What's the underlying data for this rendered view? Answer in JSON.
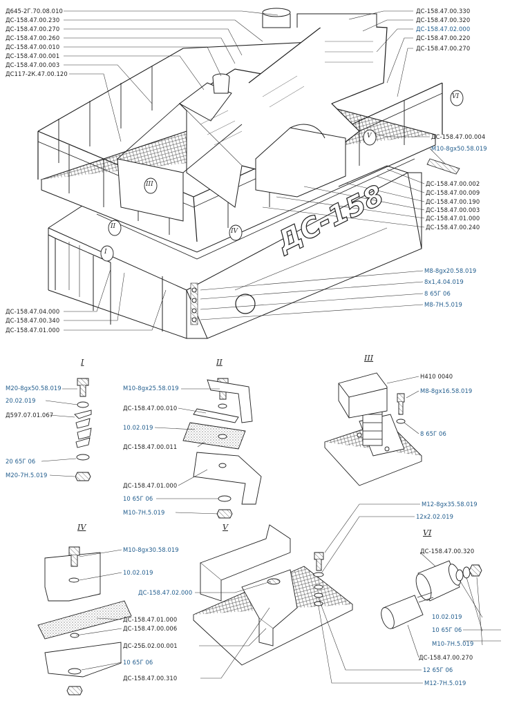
{
  "colors": {
    "ink": "#1d1d1d",
    "callout_blue": "#1f5b8c",
    "background": "#ffffff"
  },
  "housing_lettering": "ДС-158",
  "main_view": {
    "labels_left": [
      "Д645-2Г.70.08.010",
      "ДС-158.47.00.230",
      "ДС-158.47.00.270",
      "ДС-158.47.00.260",
      "ДС-158.47.00.010",
      "ДС-158.47.00.001",
      "ДС-158.47.00.003",
      "ДС117-2К.47.00.120"
    ],
    "labels_right_top": [
      "ДС-158.47.00.330",
      "ДС-158.47.00.320",
      "ДС-158.47.02.000",
      "ДС-158.47.00.220",
      "ДС-158.47.00.270"
    ],
    "labels_right_mid": [
      "ДС-158.47.00.004",
      "М10-8gх50.58.019",
      "ДС-158.47.00.002",
      "ДС-158.47.00.009",
      "ДС-158.47.00.190",
      "ДС-158.47.00.003",
      "ДС-158.47.01.000",
      "ДС-158.47.00.240"
    ],
    "labels_right_low": [
      "М8-8gх20.58.019",
      "8х1,4.04.019",
      "8 65Г 06",
      "М8-7Н.5.019"
    ],
    "labels_left_bottom": [
      "ДС-158.47.04.000",
      "ДС-158.47.00.340",
      "ДС-158.47.01.000"
    ],
    "view_markers": [
      "I",
      "II",
      "III",
      "IV",
      "V",
      "VI"
    ]
  },
  "detail_I": {
    "title": "I",
    "labels": [
      "М20-8gх50.58.019",
      "20.02.019",
      "Д597.07.01.067",
      "20 65Г 06",
      "М20-7Н.5.019"
    ]
  },
  "detail_II": {
    "title": "II",
    "labels": [
      "М10-8gх25.58.019",
      "ДС-158.47.00.010",
      "10.02.019",
      "ДС-158.47.00.011",
      "ДС-158.47.01.000",
      "10 65Г 06",
      "М10-7Н.5.019"
    ]
  },
  "detail_III": {
    "title": "III",
    "labels": [
      "Н410 0040",
      "М8-8gх16.58.019",
      "8 65Г 06"
    ]
  },
  "detail_IV": {
    "title": "IV",
    "labels": [
      "М10-8gх30.58.019",
      "10.02.019",
      "ДС-158.47.01.000",
      "ДС-158.47.00.006",
      "10 65Г 06"
    ]
  },
  "detail_V": {
    "title": "V",
    "labels": [
      "М12-8gх35.58.019",
      "12х2.02.019",
      "ДС-158.47.02.000",
      "ДС-25Б.02.00.001",
      "ДС-158.47.00.310",
      "12 65Г 06",
      "М12-7Н.5.019"
    ]
  },
  "detail_VI": {
    "title": "VI",
    "labels": [
      "ДС-158.47.00.320",
      "10.02.019",
      "10 65Г 06",
      "М10-7Н.5.019",
      "ДС-158.47.00.270"
    ]
  }
}
